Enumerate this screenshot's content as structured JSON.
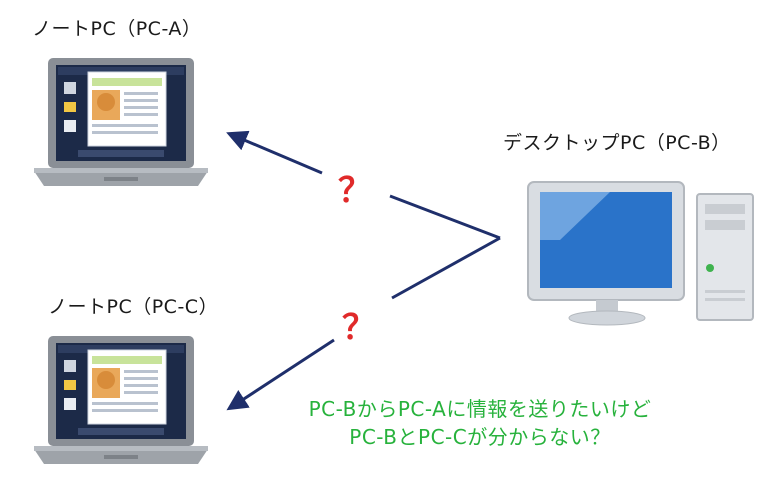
{
  "labels": {
    "pc_a": "ノートPC（PC-A）",
    "pc_b": "デスクトップPC（PC-B）",
    "pc_c": "ノートPC（PC-C）"
  },
  "question_mark": "？",
  "caption": {
    "line1": "PC-BからPC-Aに情報を送りたいけど",
    "line2": "PC-BとPC-Cが分からない？"
  },
  "colors": {
    "arrow": "#1f2f6b",
    "question": "#e02a2a",
    "caption": "#27b23c",
    "laptop_body": "#8a8f96",
    "monitor_screen": "#2a73c9"
  },
  "icons": [
    "laptop-icon",
    "desktop-computer-icon",
    "arrow-icon"
  ]
}
